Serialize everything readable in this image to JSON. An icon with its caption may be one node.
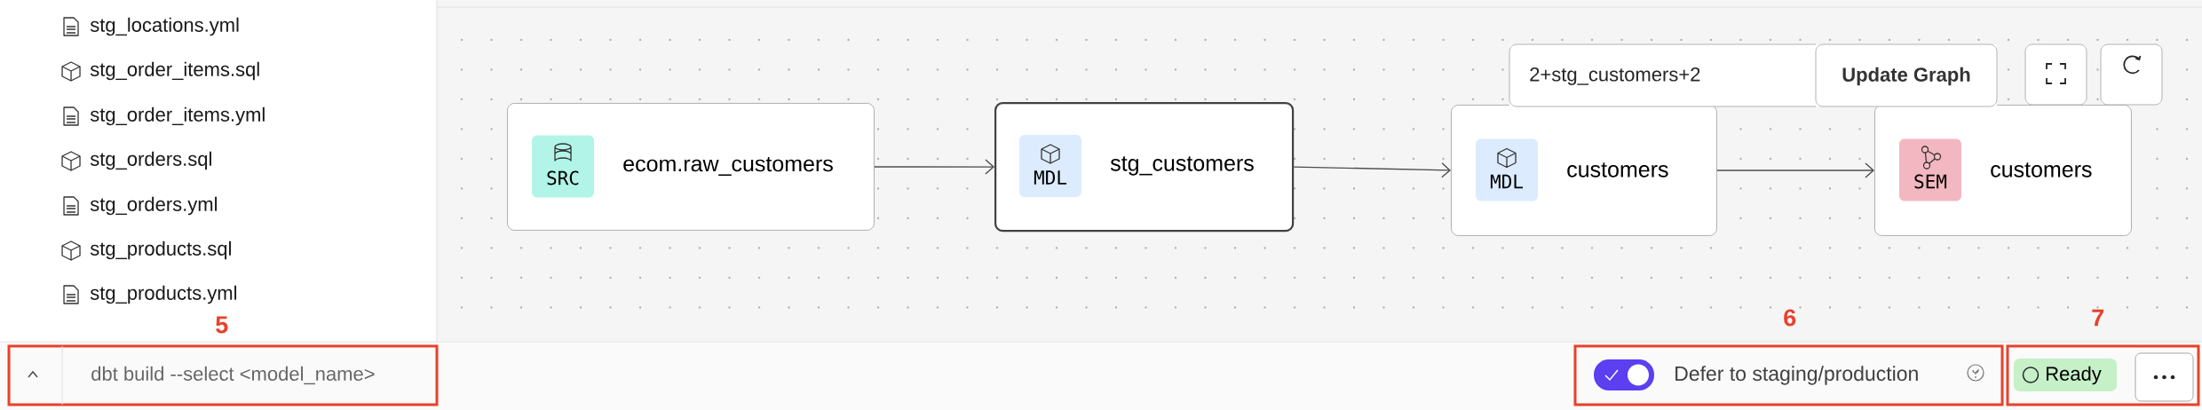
{
  "diagram": {
    "nodes": [
      {
        "text": [
          "SRC",
          "ecom.raw_customers"
        ]
      },
      {
        "text": [
          "MDL",
          "stg_customers"
        ]
      },
      {
        "text": [
          "MDL",
          "customers"
        ]
      },
      {
        "text": [
          "SEM",
          "customers"
        ]
      }
    ],
    "edges": [
      {
        "from": 0,
        "to": 1,
        "arrow": "to"
      },
      {
        "from": 1,
        "to": 2,
        "arrow": "to"
      },
      {
        "from": 2,
        "to": 3,
        "arrow": "to"
      }
    ],
    "labels": [
      "stg_locations.yml",
      "stg_order_items.sql",
      "stg_order_items.yml",
      "stg_orders.sql",
      "stg_orders.yml",
      "stg_products.sql",
      "stg_products.yml",
      "2+stg_customers+2",
      "Update Graph",
      "5",
      "dbt build --select <model_name>",
      "6",
      "Defer to staging/production",
      "7",
      "Ready"
    ]
  }
}
